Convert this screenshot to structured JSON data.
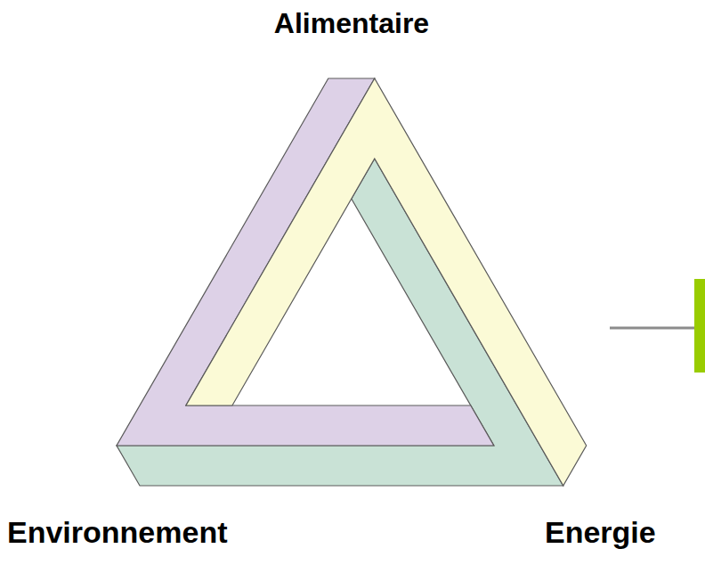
{
  "diagram": {
    "labels": [
      "Alimentaire",
      "Environnement",
      "Energie"
    ]
  }
}
